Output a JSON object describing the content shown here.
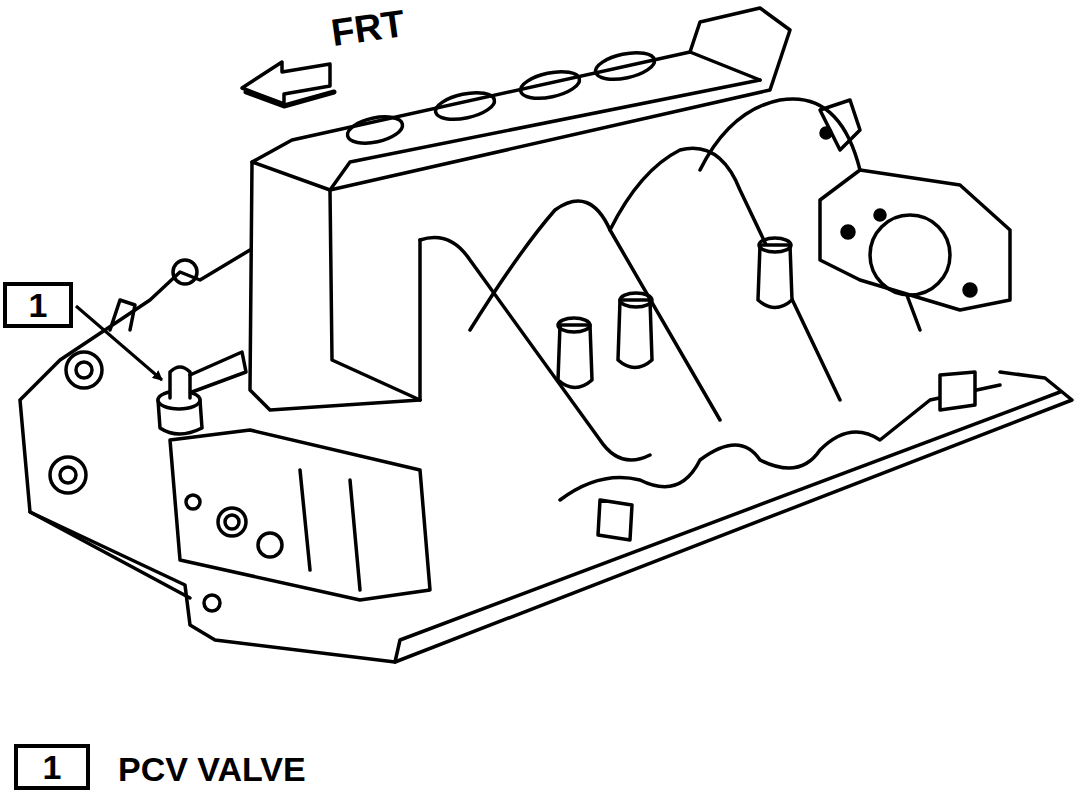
{
  "diagram": {
    "nodes": [
      {
        "text": [
          "1"
        ]
      },
      {
        "text": [
          "1"
        ]
      }
    ],
    "labels": [
      "FRT",
      "PCV VALVE"
    ]
  }
}
